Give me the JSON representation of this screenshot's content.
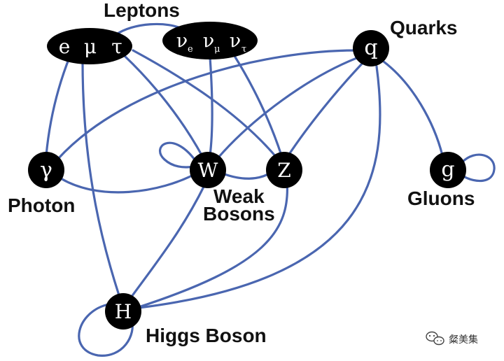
{
  "nodes": {
    "leptons": {
      "symbols": [
        "e",
        "μ",
        "τ"
      ]
    },
    "neutrinos": {
      "symbols": [
        "ν",
        "ν",
        "ν"
      ],
      "subscripts": [
        "e",
        "μ",
        "τ"
      ]
    },
    "quark": {
      "symbol": "q"
    },
    "photon": {
      "symbol": "γ"
    },
    "w": {
      "symbol": "W"
    },
    "z": {
      "symbol": "Z"
    },
    "gluon": {
      "symbol": "g"
    },
    "higgs": {
      "symbol": "H"
    }
  },
  "labels": {
    "leptons": "Leptons",
    "quarks": "Quarks",
    "photon": "Photon",
    "weak_line1": "Weak",
    "weak_line2": "Bosons",
    "gluons": "Gluons",
    "higgs": "Higgs Boson"
  },
  "watermark": {
    "text": "粲美集",
    "icon": "wechat-icon"
  },
  "colors": {
    "edge": "#4a66b0",
    "node": "#000000"
  }
}
